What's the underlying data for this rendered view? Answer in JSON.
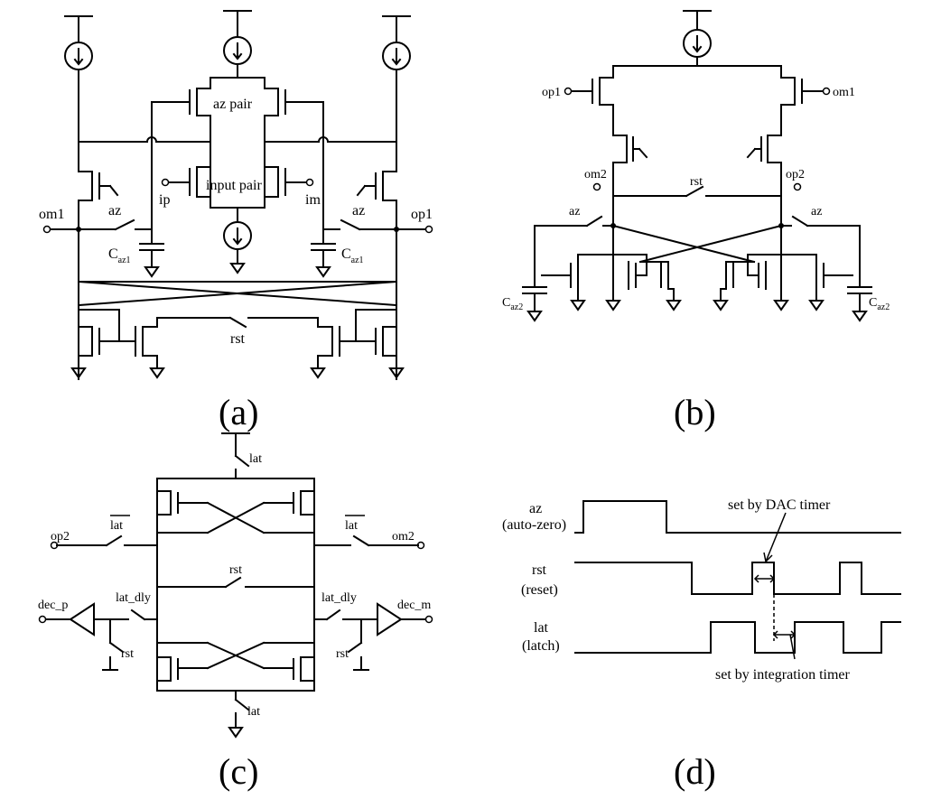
{
  "panels": {
    "a": {
      "caption": "(a)",
      "az_pair": "az pair",
      "input_pair": "input pair",
      "ip": "ip",
      "im": "im",
      "om1": "om1",
      "op1": "op1",
      "az_left": "az",
      "az_right": "az",
      "cap_left": "C",
      "cap_left_sub": "az1",
      "cap_right": "C",
      "cap_right_sub": "az1",
      "rst": "rst"
    },
    "b": {
      "caption": "(b)",
      "op1": "op1",
      "om1": "om1",
      "om2": "om2",
      "op2": "op2",
      "rst": "rst",
      "az_left": "az",
      "az_right": "az",
      "cap_left": "C",
      "cap_left_sub": "az2",
      "cap_right": "C",
      "cap_right_sub": "az2"
    },
    "c": {
      "caption": "(c)",
      "lat_top": "lat",
      "lat_bottom": "lat",
      "latb_left": "lat",
      "latb_right": "lat",
      "op2": "op2",
      "om2": "om2",
      "rst_mid": "rst",
      "dec_p": "dec_p",
      "dec_m": "dec_m",
      "lat_dly_left": "lat_dly",
      "lat_dly_right": "lat_dly",
      "rst_left": "rst",
      "rst_right": "rst"
    },
    "d": {
      "caption": "(d)",
      "az_name": "az",
      "az_desc": "(auto-zero)",
      "rst_name": "rst",
      "rst_desc": "(reset)",
      "lat_name": "lat",
      "lat_desc": "(latch)",
      "note_dac": "set by DAC timer",
      "note_int": "set by integration timer"
    }
  }
}
